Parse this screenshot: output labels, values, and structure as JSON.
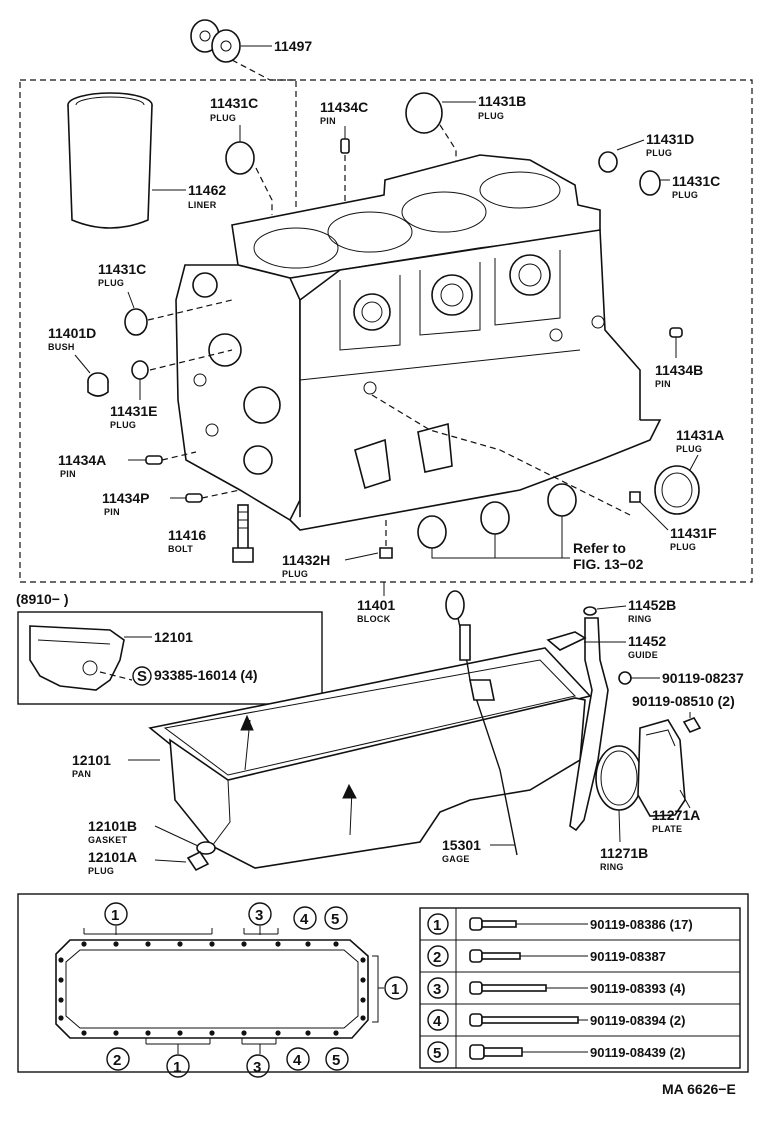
{
  "labels": {
    "p11497": "11497",
    "p11431c_top": "11431C",
    "p11434c": "11434C",
    "p11431b": "11431B",
    "p11431d": "11431D",
    "p11431c_right": "11431C",
    "p11462": "11462",
    "p11431c_left": "11431C",
    "p11401d": "11401D",
    "p11431e": "11431E",
    "p11434b": "11434B",
    "p11431a": "11431A",
    "p11434a": "11434A",
    "p11434p": "11434P",
    "p11431f": "11431F",
    "p11416": "11416",
    "p11432h": "11432H",
    "p11401": "11401",
    "p11452b": "11452B",
    "p11452": "11452",
    "p12101_inset": "12101",
    "p93385": "93385-16014 (4)",
    "p90119_08237": "90119-08237",
    "p90119_08510": "90119-08510 (2)",
    "p12101": "12101",
    "p12101b": "12101B",
    "p12101a": "12101A",
    "p15301": "15301",
    "p11271b": "11271B",
    "p11271a": "11271A"
  },
  "sublabels": {
    "plug": "PLUG",
    "pin": "PIN",
    "liner": "LINER",
    "bush": "BUSH",
    "bolt": "BOLT",
    "block": "BLOCK",
    "ring": "RING",
    "guide": "GUIDE",
    "pan": "PAN",
    "gasket": "GASKET",
    "gage": "GAGE",
    "plate": "PLATE"
  },
  "refer": {
    "line1": "Refer to",
    "line2": "FIG. 13−02"
  },
  "inset_label": "(8910−      )",
  "drawing_code": "MA 6626−E",
  "circle_marker": "S",
  "gasket_markers": [
    "1",
    "3",
    "4",
    "5",
    "1",
    "2",
    "1",
    "3",
    "4",
    "5"
  ],
  "bolt_table": [
    {
      "key": "1",
      "part": "90119-08386 (17)"
    },
    {
      "key": "2",
      "part": "90119-08387"
    },
    {
      "key": "3",
      "part": "90119-08393 (4)"
    },
    {
      "key": "4",
      "part": "90119-08394 (2)"
    },
    {
      "key": "5",
      "part": "90119-08439 (2)"
    }
  ]
}
